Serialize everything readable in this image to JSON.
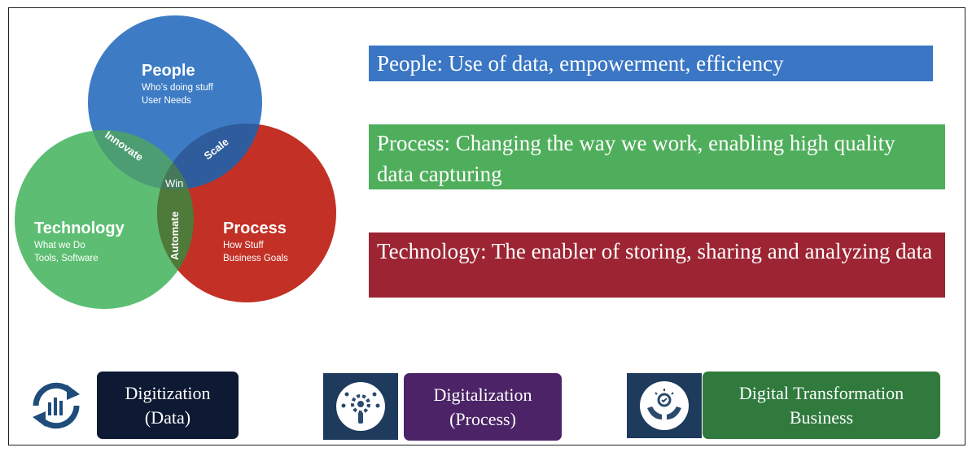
{
  "venn": {
    "people": {
      "title": "People",
      "line1": "Who’s doing stuff",
      "line2": "User Needs",
      "color": "#3D7CC5"
    },
    "technology": {
      "title": "Technology",
      "line1": "What we Do",
      "line2": "Tools, Software",
      "color": "#5DBE73"
    },
    "process": {
      "title": "Process",
      "line1": "How Stuff",
      "line2": "Business Goals",
      "color": "#C23026"
    },
    "overlaps": {
      "innovate": "Innovate",
      "scale": "Scale",
      "automate": "Automate",
      "win": "Win"
    }
  },
  "banners": [
    {
      "text": "People: Use of data, empowerment, efficiency",
      "color": "#3A76C4"
    },
    {
      "text": "Process: Changing the way we work, enabling high quality data capturing",
      "color": "#4FAE5B"
    },
    {
      "text": "Technology: The enabler of storing, sharing and analyzing data",
      "color": "#9C2433"
    }
  ],
  "stages": [
    {
      "line1": "Digitization",
      "line2": "(Data)",
      "color": "#0E1A33",
      "icon": "data-sync-icon"
    },
    {
      "line1": "Digitalization",
      "line2": "(Process)",
      "color": "#4B2366",
      "icon": "process-gear-icon"
    },
    {
      "line1": "Digital Transformation",
      "line2": "Business",
      "color": "#2F7A3C",
      "icon": "caring-hands-icon"
    }
  ]
}
